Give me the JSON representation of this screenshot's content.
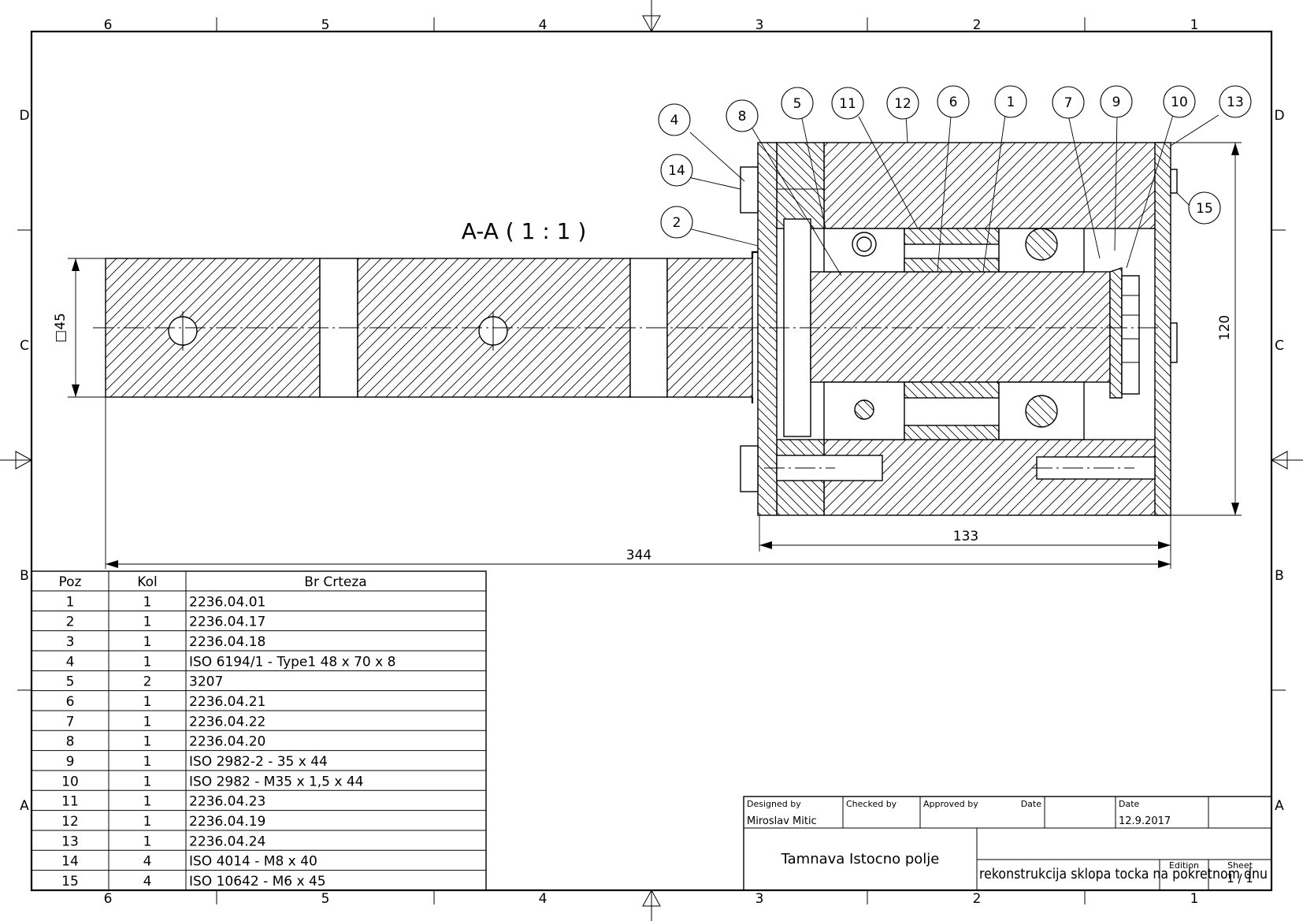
{
  "frame": {
    "column_labels": [
      "6",
      "5",
      "4",
      "3",
      "2",
      "1"
    ],
    "row_labels": [
      "D",
      "C",
      "B",
      "A"
    ]
  },
  "section_label": "A-A ( 1 : 1 )",
  "dimensions": {
    "square": "□45",
    "overall_length": "344",
    "housing_length": "133",
    "housing_height": "120"
  },
  "balloons": [
    "4",
    "8",
    "5",
    "11",
    "12",
    "6",
    "1",
    "7",
    "9",
    "10",
    "13",
    "14",
    "2",
    "15"
  ],
  "parts_list": {
    "headers": [
      "Poz",
      "Kol",
      "Br Crteza"
    ],
    "rows": [
      [
        "1",
        "1",
        "2236.04.01"
      ],
      [
        "2",
        "1",
        "2236.04.17"
      ],
      [
        "3",
        "1",
        "2236.04.18"
      ],
      [
        "4",
        "1",
        "ISO 6194/1 - Type1 48 x 70 x 8"
      ],
      [
        "5",
        "2",
        "3207"
      ],
      [
        "6",
        "1",
        "2236.04.21"
      ],
      [
        "7",
        "1",
        "2236.04.22"
      ],
      [
        "8",
        "1",
        "2236.04.20"
      ],
      [
        "9",
        "1",
        "ISO 2982-2 - 35 x 44"
      ],
      [
        "10",
        "1",
        "ISO 2982 - M35 x 1,5 x 44"
      ],
      [
        "11",
        "1",
        "2236.04.23"
      ],
      [
        "12",
        "1",
        "2236.04.19"
      ],
      [
        "13",
        "1",
        "2236.04.24"
      ],
      [
        "14",
        "4",
        "ISO 4014 - M8 x 40"
      ],
      [
        "15",
        "4",
        "ISO 10642 - M6 x  45"
      ]
    ]
  },
  "title_block": {
    "designed_by_label": "Designed by",
    "designed_by": "Miroslav Mitic",
    "checked_by_label": "Checked by",
    "approved_by_label": "Approved by",
    "date_label": "Date",
    "date_label_2": "Date",
    "date": "12.9.2017",
    "company": "Tamnava Istocno polje",
    "title": "rekonstrukcija sklopa tocka na pokretnom dnu",
    "edition_label": "Edition",
    "sheet_label": "Sheet",
    "sheet": "1 / 1"
  }
}
